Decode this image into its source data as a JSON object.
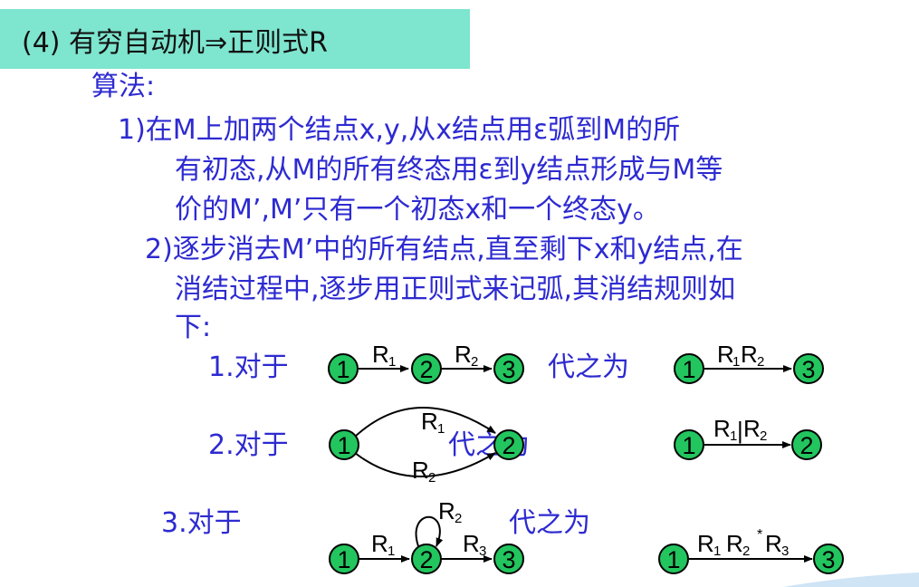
{
  "title": "(4) 有穷自动机⇒正则式R",
  "colors": {
    "title_bg": "#7ee5cf",
    "text": "#2d2ad1",
    "node_fill": "#22c55e"
  },
  "algorithm_label": "算法:",
  "step1": [
    "1)在M上加两个结点x,y,从x结点用ε弧到M的所",
    "有初态,从M的所有终态用ε到y结点形成与M等",
    "价的M’,M’只有一个初态x和一个终态y。"
  ],
  "step2": [
    "2)逐步消去M’中的所有结点,直至剩下x和y结点,在",
    "消结过程中,逐步用正则式来记弧,其消结规则如",
    "下:"
  ],
  "rules": [
    {
      "label": "1.对于",
      "replace": "代之为"
    },
    {
      "label": "2.对于",
      "replace": "代之为"
    },
    {
      "label": "3.对于",
      "replace": "代之为"
    }
  ],
  "nodes": {
    "n1": "1",
    "n2": "2",
    "n3": "3"
  },
  "edges": {
    "R": "R",
    "s1": "1",
    "s2": "2",
    "s3": "3",
    "star": "*",
    "bar": "|"
  }
}
